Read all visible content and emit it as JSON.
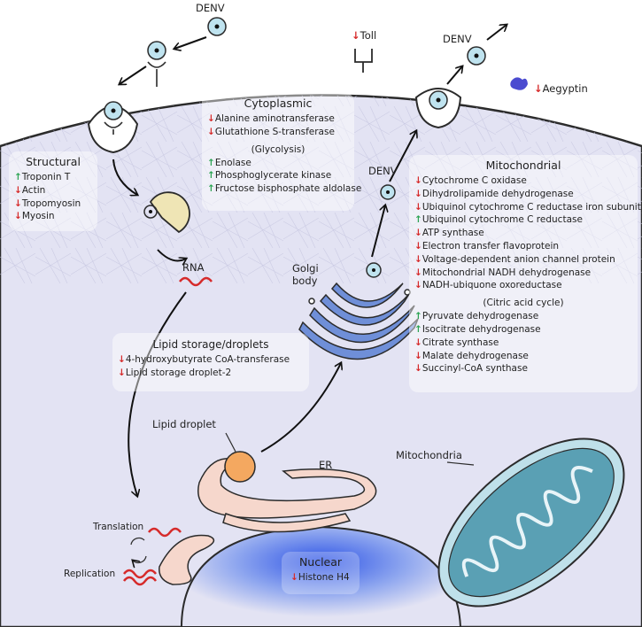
{
  "labels": {
    "denv_top": "DENV",
    "denv_right": "DENV",
    "denv_mid": "DENV",
    "toll": "Toll",
    "aegyptin": "Aegyptin",
    "rna": "RNA",
    "golgi": "Golgi\nbody",
    "lipid_droplet": "Lipid droplet",
    "er": "ER",
    "mitochondria": "Mitochondria",
    "translation": "Translation",
    "replication": "Replication",
    "nuclear": "Nuclear"
  },
  "colors": {
    "down": "#d62b2b",
    "up": "#2aa352",
    "cell": "#e3e3f3",
    "membrane": "#2b2b2b",
    "golgi": "#6f8fd8",
    "er": "#f6d7cc",
    "lipid": "#f4a860",
    "mito": "#5aa0b4",
    "nucleus": "#4a6fe0",
    "aegyptin": "#4b4bd0"
  },
  "boxes": {
    "structural": {
      "title": "Structural",
      "items": [
        {
          "dir": "up",
          "text": "Troponin T"
        },
        {
          "dir": "down",
          "text": "Actin"
        },
        {
          "dir": "down",
          "text": "Tropomyosin"
        },
        {
          "dir": "down",
          "text": "Myosin"
        }
      ]
    },
    "cytoplasmic": {
      "title": "Cytoplasmic",
      "items": [
        {
          "dir": "down",
          "text": "Alanine aminotransferase"
        },
        {
          "dir": "down",
          "text": "Glutathione S-transferase"
        }
      ],
      "subtitle": "(Glycolysis)",
      "items2": [
        {
          "dir": "up",
          "text": "Enolase"
        },
        {
          "dir": "up",
          "text": "Phosphoglycerate kinase"
        },
        {
          "dir": "up",
          "text": "Fructose bisphosphate aldolase"
        }
      ]
    },
    "mitochondrial": {
      "title": "Mitochondrial",
      "items": [
        {
          "dir": "down",
          "text": "Cytochrome C oxidase"
        },
        {
          "dir": "down",
          "text": "Dihydrolipamide dehydrogenase"
        },
        {
          "dir": "down",
          "text": "Ubiquinol cytochrome C reductase iron subunit"
        },
        {
          "dir": "up",
          "text": "Ubiquinol cytochrome C reductase"
        },
        {
          "dir": "down",
          "text": "ATP synthase"
        },
        {
          "dir": "down",
          "text": "Electron transfer flavoprotein"
        },
        {
          "dir": "down",
          "text": "Voltage-dependent anion channel protein"
        },
        {
          "dir": "down",
          "text": "Mitochondrial NADH dehydrogenase"
        },
        {
          "dir": "down",
          "text": "NADH-ubiquone oxoreductase"
        }
      ],
      "subtitle": "(Citric acid cycle)",
      "items2": [
        {
          "dir": "up",
          "text": "Pyruvate dehydrogenase"
        },
        {
          "dir": "up",
          "text": "Isocitrate dehydrogenase"
        },
        {
          "dir": "down",
          "text": "Citrate synthase"
        },
        {
          "dir": "down",
          "text": "Malate dehydrogenase"
        },
        {
          "dir": "down",
          "text": "Succinyl-CoA synthase"
        }
      ]
    },
    "lipid": {
      "title": "Lipid storage/droplets",
      "items": [
        {
          "dir": "down",
          "text": "4-hydroxybutyrate CoA-transferase"
        },
        {
          "dir": "down",
          "text": "Lipid storage droplet-2"
        }
      ]
    },
    "nuclear": {
      "items": [
        {
          "dir": "down",
          "text": "Histone H4"
        }
      ]
    }
  },
  "arrow_glyphs": {
    "up": "↑",
    "down": "↓"
  }
}
